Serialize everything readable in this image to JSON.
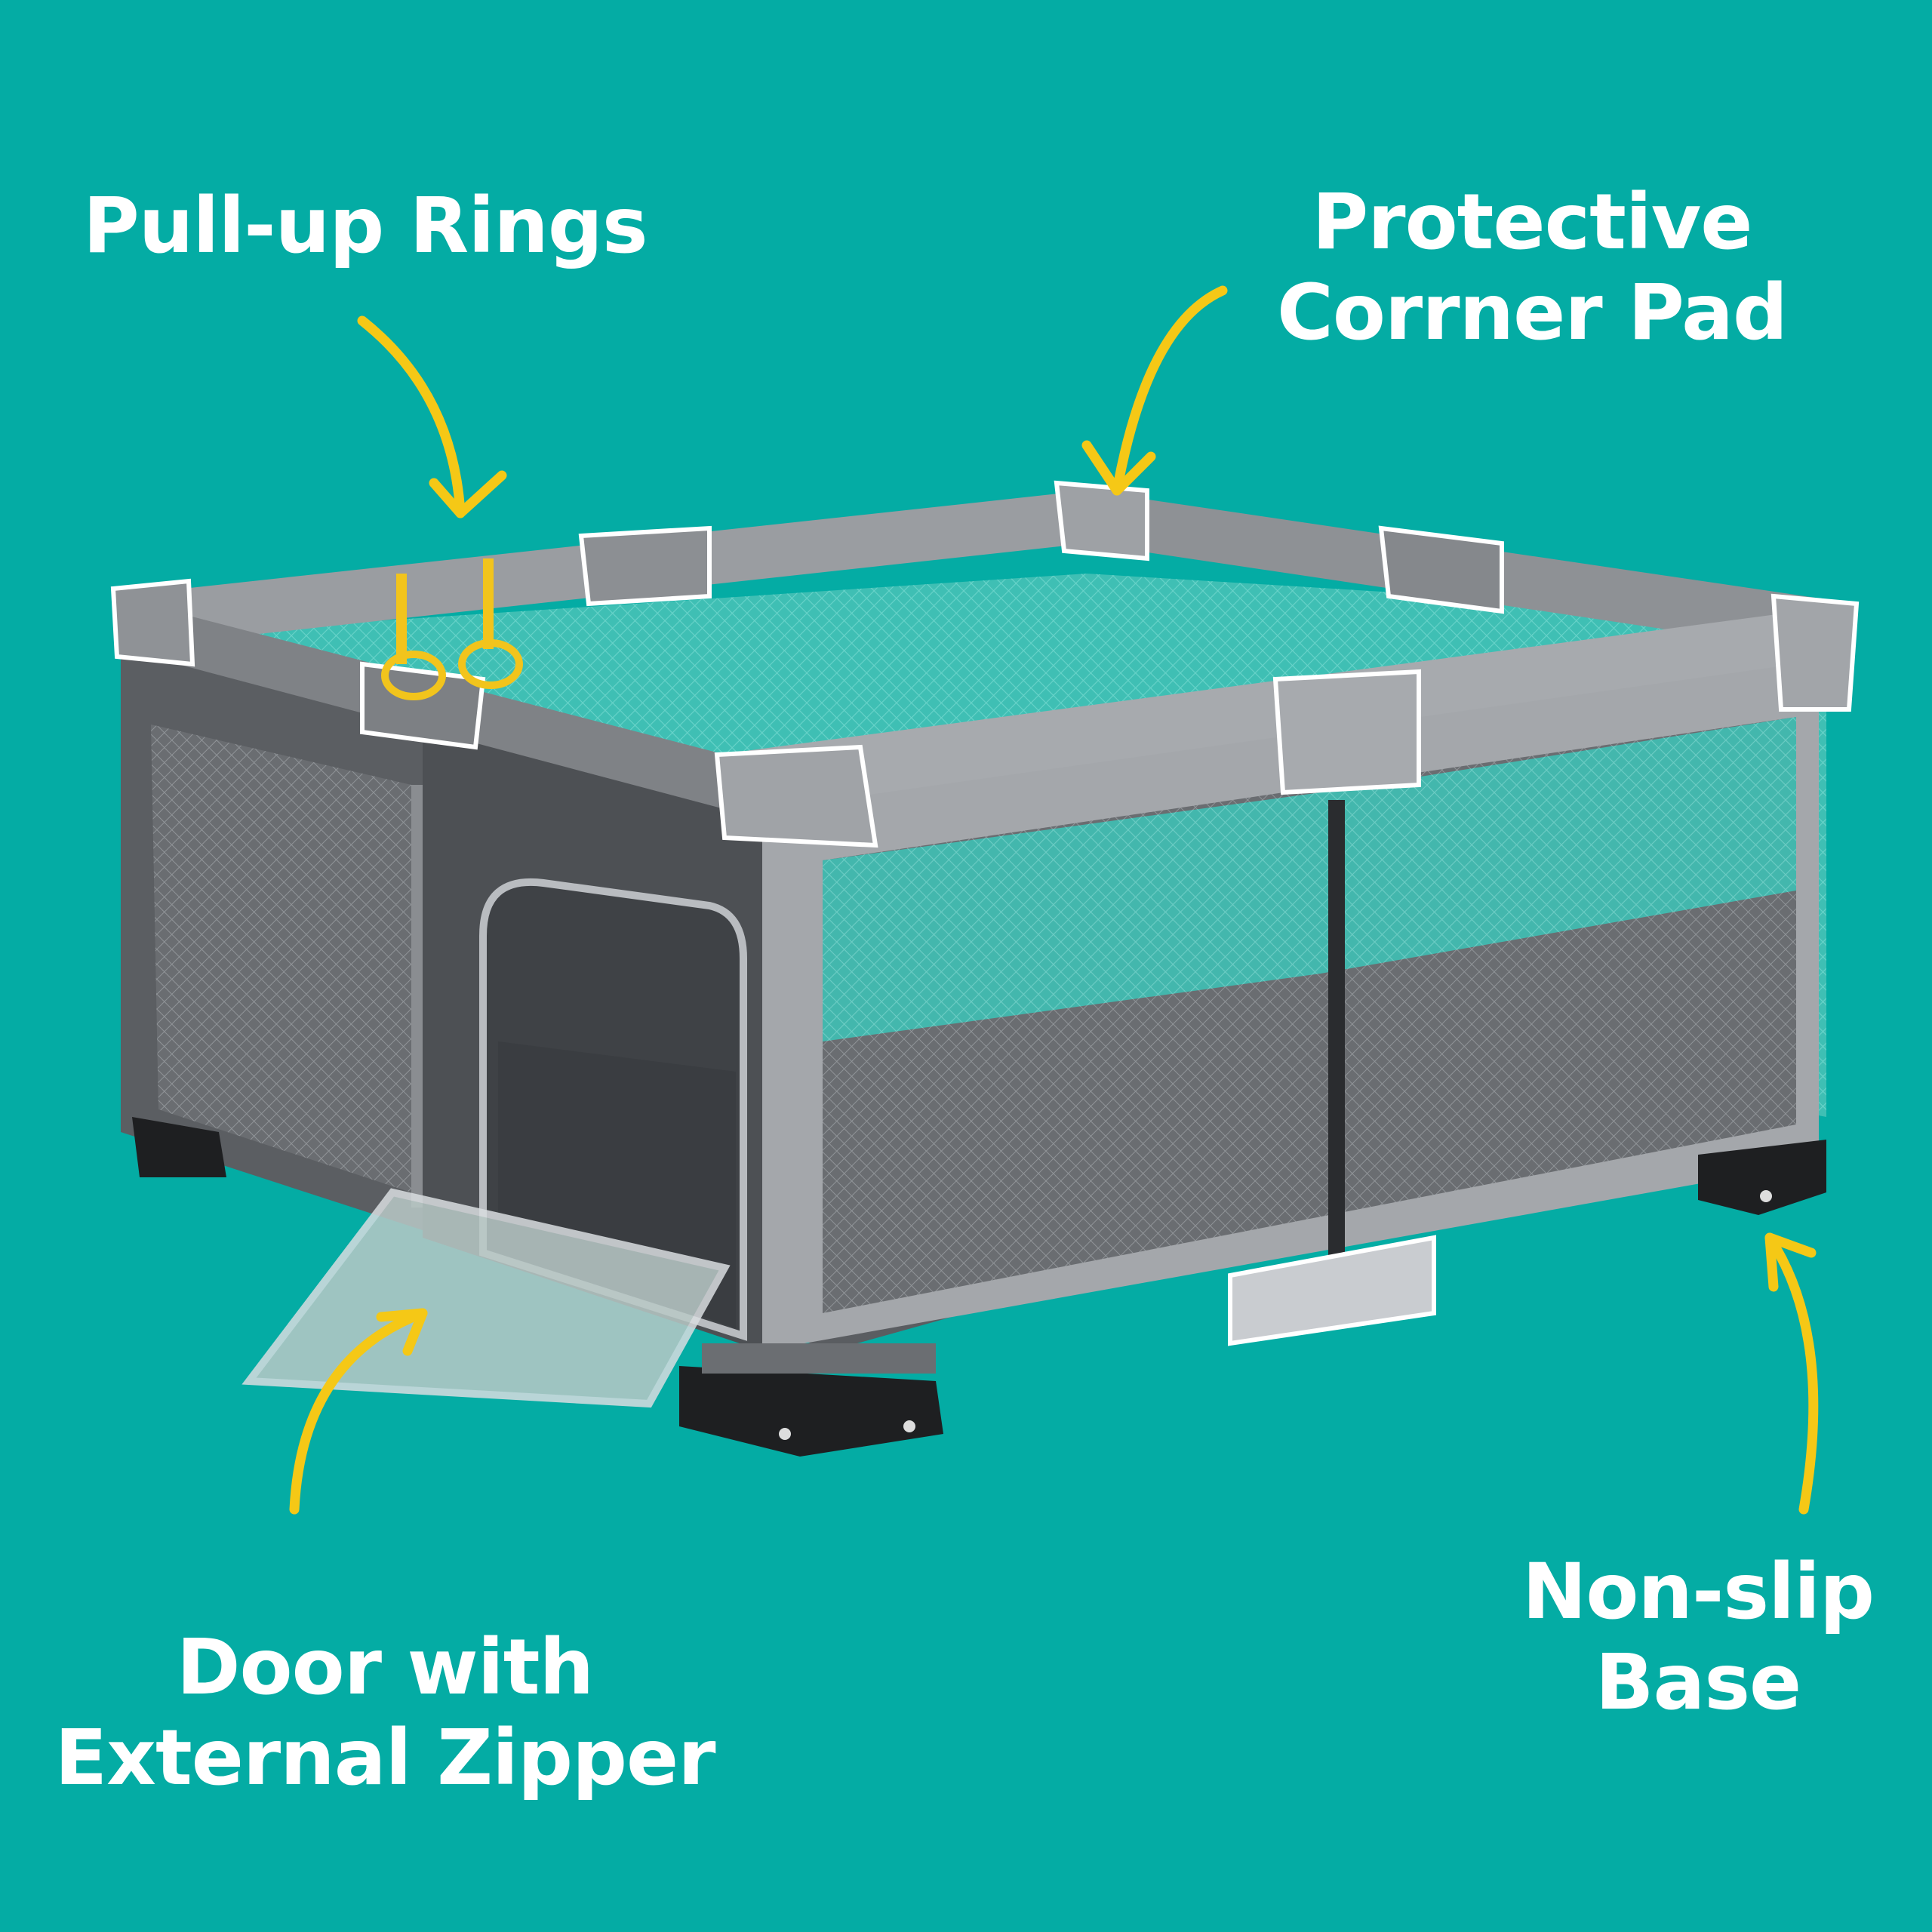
{
  "callouts": {
    "pull_up_rings": {
      "lines": [
        "Pull-up Rings"
      ]
    },
    "corner_pad": {
      "lines": [
        "Protective",
        "Corrner Pad"
      ]
    },
    "door": {
      "lines": [
        "Door with",
        "External Zipper"
      ]
    },
    "base": {
      "lines": [
        "Non-slip",
        "Base"
      ]
    }
  },
  "colors": {
    "background": "#04ACA4",
    "arrow": "#F5C816",
    "text": "#FFFFFF",
    "frame": "#8E9195",
    "frame_dark": "#5E6165",
    "mesh": "#4FC9BE",
    "floor": "#55585C",
    "feet": "#1E1F21"
  }
}
